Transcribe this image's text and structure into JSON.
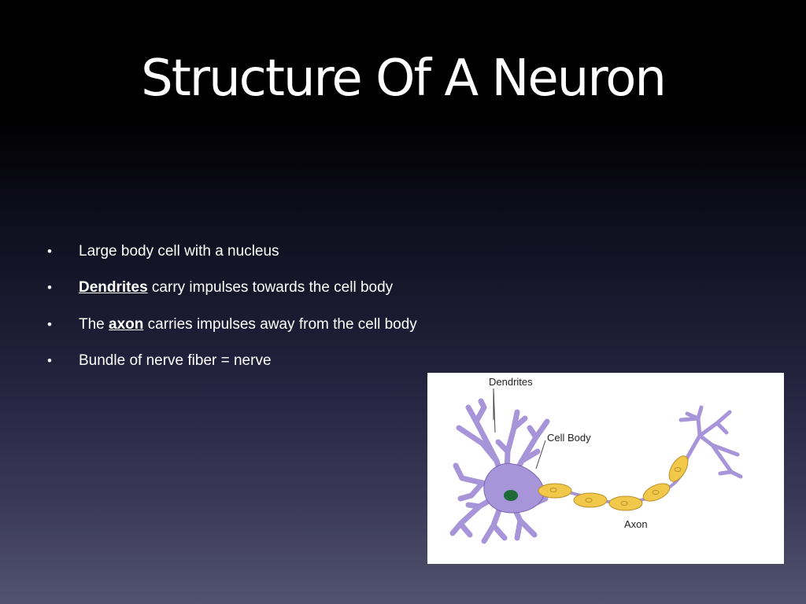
{
  "slide": {
    "title": "Structure Of A Neuron",
    "bullets": [
      {
        "text": "Large body cell with a nucleus"
      },
      {
        "bold": "Dendrites",
        "rest": " carry impulses towards the cell body"
      },
      {
        "pre": "The ",
        "bold": "axon",
        "rest": " carries impulses away from the cell  body"
      },
      {
        "text": "Bundle of nerve fiber = nerve"
      }
    ],
    "bullet_symbol": "•"
  },
  "diagram": {
    "labels": {
      "dendrites": "Dendrites",
      "cell_body": "Cell Body",
      "axon": "Axon"
    },
    "colors": {
      "neuron_body": "#a894d8",
      "neuron_outline": "#7a64b4",
      "nucleus": "#1e6b38",
      "myelin": "#f2c84a",
      "myelin_outline": "#b8912a"
    }
  }
}
